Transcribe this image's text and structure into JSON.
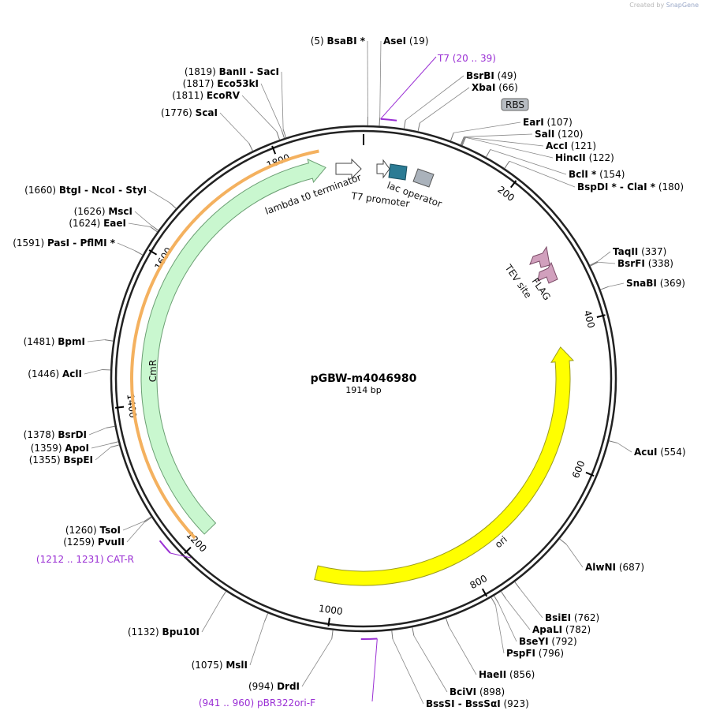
{
  "credit": {
    "prefix": "Created by",
    "brand": "SnapGene"
  },
  "plasmid": {
    "name": "pGBW-m4046980",
    "size": "1914 bp",
    "length": 1914
  },
  "sites": [
    {
      "pos": 5,
      "name": "BsaBI *",
      "num": "(5)"
    },
    {
      "pos": 19,
      "name": "AseI",
      "num": "(19)"
    },
    {
      "pos": 49,
      "name": "BsrBI",
      "num": "(49)"
    },
    {
      "pos": 66,
      "name": "XbaI",
      "num": "(66)"
    },
    {
      "pos": 107,
      "name": "EarI",
      "num": "(107)"
    },
    {
      "pos": 120,
      "name": "SalI",
      "num": "(120)"
    },
    {
      "pos": 121,
      "name": "AccI",
      "num": "(121)"
    },
    {
      "pos": 122,
      "name": "HincII",
      "num": "(122)"
    },
    {
      "pos": 154,
      "name": "BclI *",
      "num": "(154)"
    },
    {
      "pos": 180,
      "name": "BspDI * - ClaI *",
      "num": "(180)"
    },
    {
      "pos": 337,
      "name": "TaqII",
      "num": "(337)"
    },
    {
      "pos": 338,
      "name": "BsrFI",
      "num": "(338)"
    },
    {
      "pos": 369,
      "name": "SnaBI",
      "num": "(369)"
    },
    {
      "pos": 554,
      "name": "AcuI",
      "num": "(554)"
    },
    {
      "pos": 687,
      "name": "AlwNI",
      "num": "(687)"
    },
    {
      "pos": 762,
      "name": "BsiEI",
      "num": "(762)"
    },
    {
      "pos": 782,
      "name": "ApaLI",
      "num": "(782)"
    },
    {
      "pos": 792,
      "name": "BseYI",
      "num": "(792)"
    },
    {
      "pos": 796,
      "name": "PspFI",
      "num": "(796)"
    },
    {
      "pos": 856,
      "name": "HaeII",
      "num": "(856)"
    },
    {
      "pos": 898,
      "name": "BciVI",
      "num": "(898)"
    },
    {
      "pos": 923,
      "name": "BssSI - BssSαI",
      "num": "(923)"
    },
    {
      "pos": 994,
      "name": "DrdI",
      "num": "(994)"
    },
    {
      "pos": 1075,
      "name": "MslI",
      "num": "(1075)"
    },
    {
      "pos": 1132,
      "name": "Bpu10I",
      "num": "(1132)"
    },
    {
      "pos": 1259,
      "name": "PvuII",
      "num": "(1259)"
    },
    {
      "pos": 1260,
      "name": "TsoI",
      "num": "(1260)"
    },
    {
      "pos": 1355,
      "name": "BspEI",
      "num": "(1355)"
    },
    {
      "pos": 1359,
      "name": "ApoI",
      "num": "(1359)"
    },
    {
      "pos": 1378,
      "name": "BsrDI",
      "num": "(1378)"
    },
    {
      "pos": 1446,
      "name": "AclI",
      "num": "(1446)"
    },
    {
      "pos": 1481,
      "name": "BpmI",
      "num": "(1481)"
    },
    {
      "pos": 1591,
      "name": "PasI - PflMI *",
      "num": "(1591)"
    },
    {
      "pos": 1624,
      "name": "EaeI",
      "num": "(1624)"
    },
    {
      "pos": 1626,
      "name": "MscI",
      "num": "(1626)"
    },
    {
      "pos": 1660,
      "name": "BtgI - NcoI - StyI",
      "num": "(1660)"
    },
    {
      "pos": 1776,
      "name": "ScaI",
      "num": "(1776)"
    },
    {
      "pos": 1811,
      "name": "EcoRV",
      "num": "(1811)"
    },
    {
      "pos": 1817,
      "name": "Eco53kI",
      "num": "(1817)"
    },
    {
      "pos": 1819,
      "name": "BanII - SacI",
      "num": "(1819)"
    }
  ],
  "primers": [
    {
      "name": "T7",
      "range": "(20 .. 39)",
      "start": 20,
      "end": 39
    },
    {
      "name": "CAT-R",
      "range": "(1212 .. 1231)",
      "start": 1212,
      "end": 1231
    },
    {
      "name": "pBR322ori-F",
      "range": "(941 .. 960)",
      "start": 941,
      "end": 960
    }
  ],
  "features": [
    {
      "name": "lambda t0 terminator",
      "type": "terminator",
      "color": "#ffffff"
    },
    {
      "name": "T7 promoter",
      "type": "promoter",
      "color": "#ffffff"
    },
    {
      "name": "lac operator",
      "type": "operator",
      "color": "#aab2bb"
    },
    {
      "name": "RBS",
      "type": "rbs",
      "color": "#b7bcc2"
    },
    {
      "name": "TEV site",
      "type": "tag",
      "color": "#d1a0bd"
    },
    {
      "name": "FLAG",
      "type": "tag",
      "color": "#d1a0bd"
    },
    {
      "name": "CmR",
      "type": "cds",
      "color": "#c9f7cf",
      "start": 1200,
      "end": 1860
    },
    {
      "name": "ori",
      "type": "origin",
      "color": "#ffff00",
      "start": 430,
      "end": 1030
    }
  ],
  "ticks": [
    "200",
    "400",
    "600",
    "800",
    "1000",
    "1200",
    "1400",
    "1600",
    "1800"
  ],
  "colors": {
    "primer": "#9a2fd4",
    "terminator_cds": "#f4b15f",
    "lac_promoter_box": "#2b7b94"
  }
}
